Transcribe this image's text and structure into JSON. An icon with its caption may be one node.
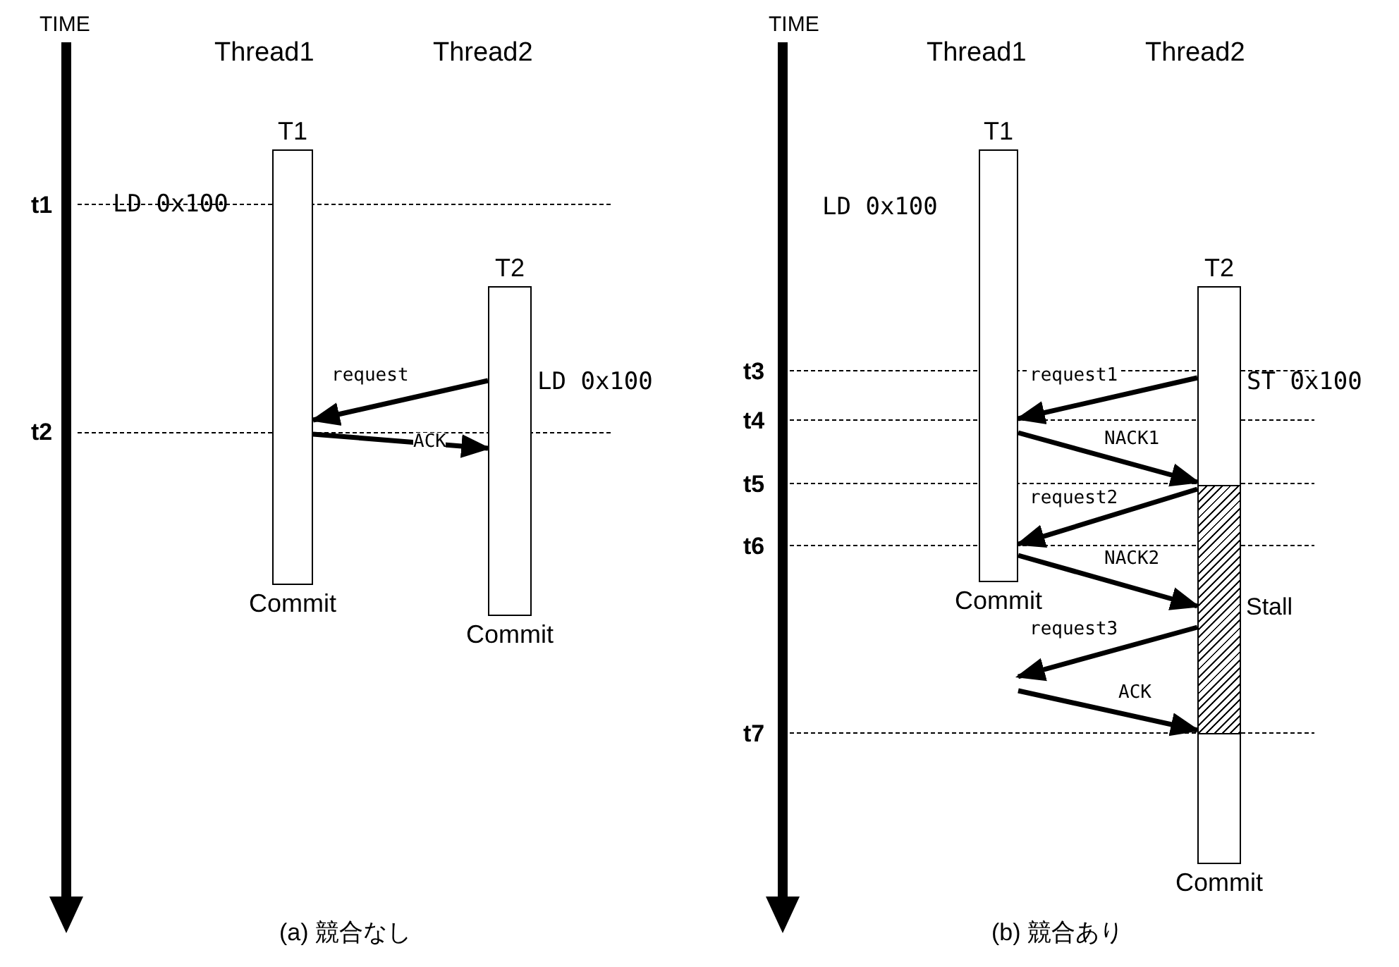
{
  "diagram": {
    "nodes": [
      {
        "text": [
          "T1"
        ],
        "beside": [
          "Commit"
        ]
      },
      {
        "text": [
          "T2"
        ],
        "beside": [
          "Commit"
        ]
      },
      {
        "text": [
          "T1"
        ],
        "beside": [
          "Commit"
        ]
      },
      {
        "text": [
          "T2"
        ],
        "beside": [
          "Commit"
        ]
      },
      {
        "text": [],
        "shape": "bar",
        "in": 3,
        "beside": [
          "Stall"
        ]
      }
    ],
    "edges": [
      {
        "from": 1,
        "to": 0,
        "arrow": "to",
        "label": "request"
      },
      {
        "from": 0,
        "to": 1,
        "arrow": "to",
        "label": "ACK"
      },
      {
        "from": 3,
        "to": 2,
        "arrow": "to",
        "label": "request1"
      },
      {
        "from": 2,
        "to": 3,
        "arrow": "to",
        "label": "NACK1"
      },
      {
        "from": 3,
        "to": 2,
        "arrow": "to",
        "label": "request2"
      },
      {
        "from": 2,
        "to": 3,
        "arrow": "to",
        "label": "NACK2"
      },
      {
        "from": 3,
        "to": null,
        "arrow": "to",
        "label": "request3"
      },
      {
        "from": null,
        "to": 3,
        "arrow": "to",
        "label": "ACK"
      }
    ],
    "labels": [
      "TIME",
      "Thread1",
      "Thread2",
      "t1",
      "LD 0x100",
      "t2",
      "LD 0x100",
      "(a) 競合なし",
      "TIME",
      "Thread1",
      "Thread2",
      "LD 0x100",
      "t3",
      "t4",
      "ST 0x100",
      "t5",
      "t6",
      "t7",
      "(b) 競合あり"
    ]
  }
}
